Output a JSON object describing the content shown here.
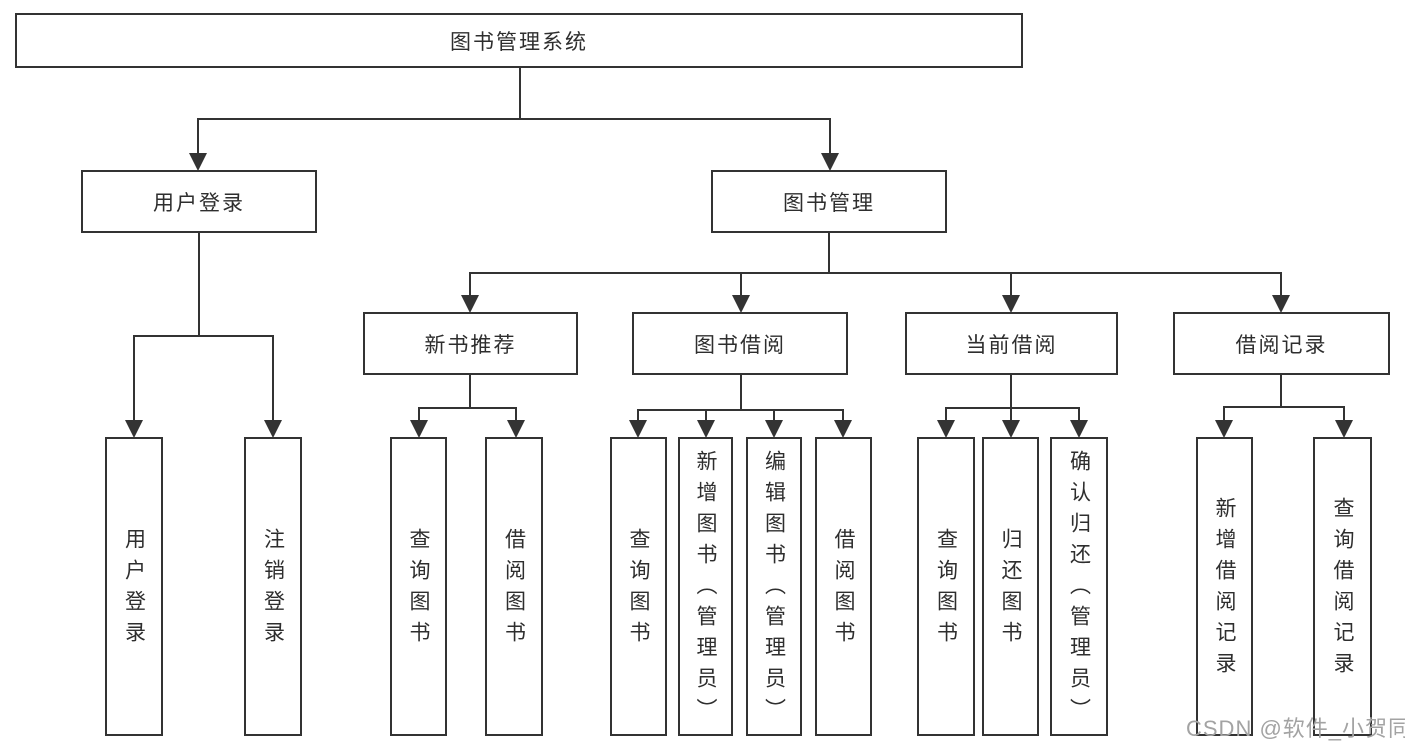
{
  "title": "图书管理系统",
  "nodes": {
    "root": "图书管理系统",
    "user_login": "用户登录",
    "book_mgmt": "图书管理",
    "new_book_rec": "新书推荐",
    "book_borrow": "图书借阅",
    "current_borrow": "当前借阅",
    "borrow_records": "借阅记录",
    "ul_login": "用户登录",
    "ul_logout": "注销登录",
    "nb_query": "查询图书",
    "nb_borrow": "借阅图书",
    "bb_query": "查询图书",
    "bb_add": "新增图书（管理员）",
    "bb_edit": "编辑图书（管理员）",
    "bb_borrow": "借阅图书",
    "cb_query": "查询图书",
    "cb_return": "归还图书",
    "cb_confirm": "确认归还（管理员）",
    "br_add": "新增借阅记录",
    "br_query": "查询借阅记录"
  },
  "structure": {
    "root": [
      "user_login",
      "book_mgmt"
    ],
    "user_login": [
      "ul_login",
      "ul_logout"
    ],
    "book_mgmt": [
      "new_book_rec",
      "book_borrow",
      "current_borrow",
      "borrow_records"
    ],
    "new_book_rec": [
      "nb_query",
      "nb_borrow"
    ],
    "book_borrow": [
      "bb_query",
      "bb_add",
      "bb_edit",
      "bb_borrow"
    ],
    "current_borrow": [
      "cb_query",
      "cb_return",
      "cb_confirm"
    ],
    "borrow_records": [
      "br_add",
      "br_query"
    ]
  },
  "watermark": "CSDN @软件_小贺同学",
  "colors": {
    "line": "#333333",
    "box_border": "#333333",
    "text": "#2e2e2e",
    "watermark": "#a3a3a3",
    "background": "#ffffff"
  }
}
